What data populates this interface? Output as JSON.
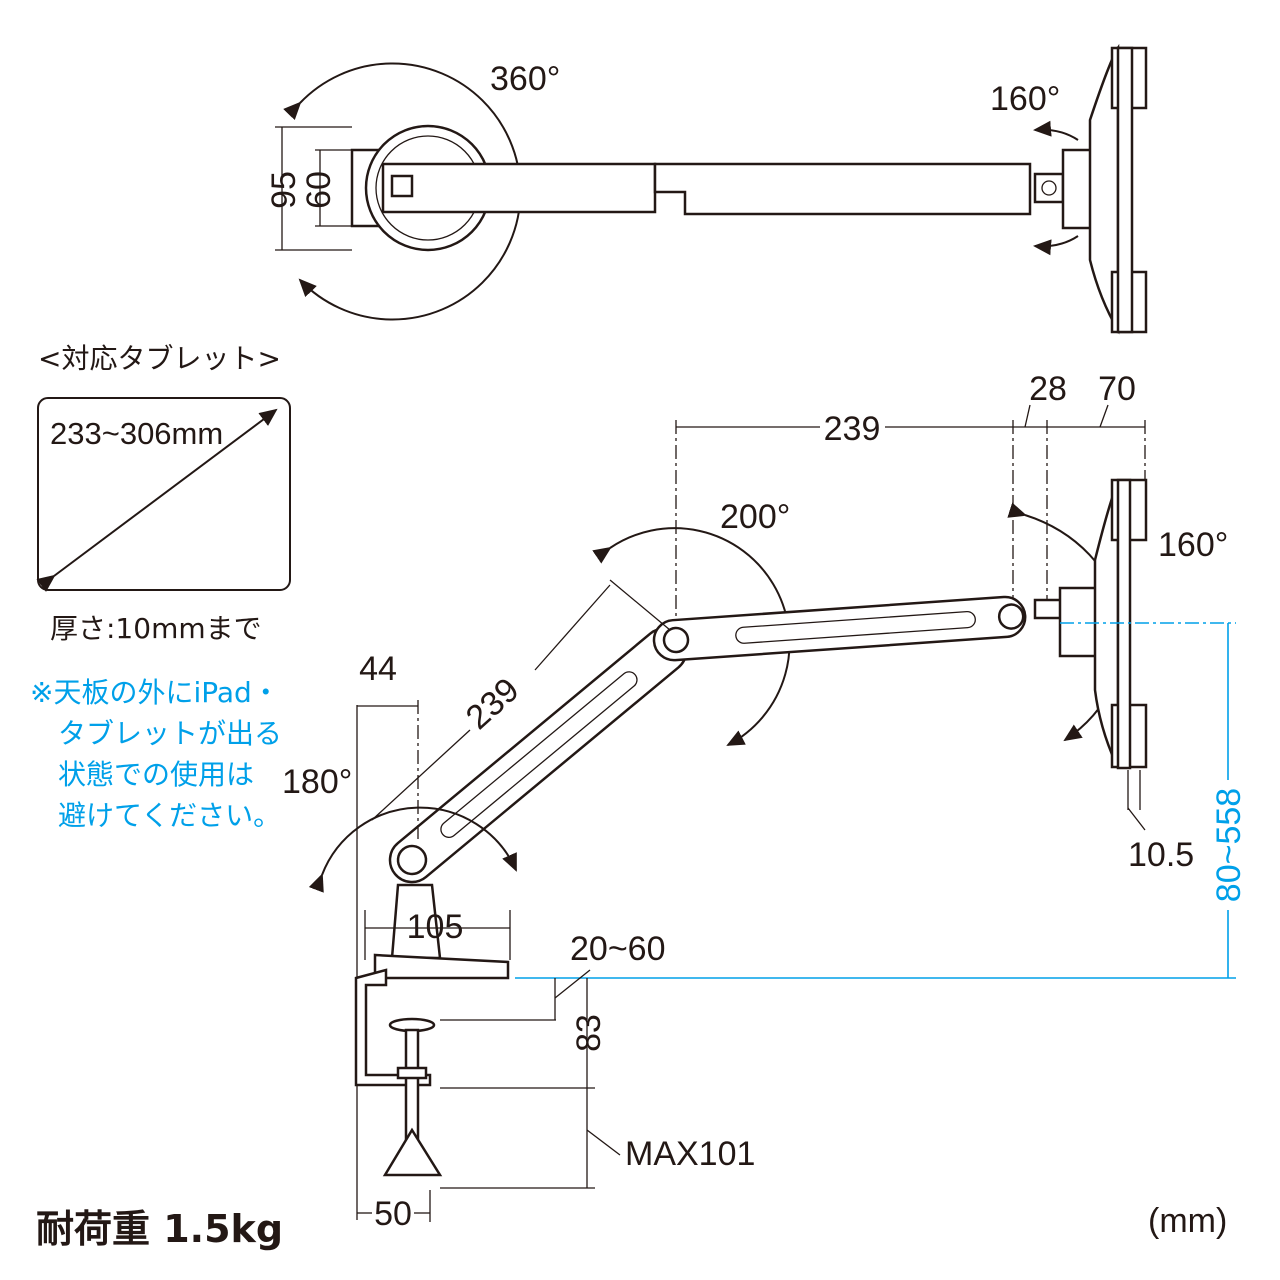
{
  "top_view": {
    "rotation_base": "360°",
    "rotation_head": "160°",
    "dim_95": "95",
    "dim_60": "60"
  },
  "tablet_box": {
    "heading": "<対応タブレット>",
    "size": "233~306mm",
    "thickness": "厚さ:10mmまで"
  },
  "note": {
    "lines": [
      "※天板の外にiPad・",
      "タブレットが出る",
      "状態での使用は",
      "避けてください。"
    ]
  },
  "side_view": {
    "upper_arm_len": "239",
    "dim_28": "28",
    "dim_70": "70",
    "rotation_elbow": "200°",
    "rotation_head": "160°",
    "lower_arm_len": "239",
    "dim_44": "44",
    "rotation_base": "180°",
    "dim_10_5": "10.5",
    "height_range": "80~558",
    "dim_105": "105",
    "desk_thickness": "20~60",
    "dim_83": "83",
    "max_clamp": "MAX101",
    "dim_50": "50"
  },
  "load": "耐荷重  1.5kg",
  "unit": "(mm)",
  "colors": {
    "accent": "#00a0e9",
    "ink": "#231815"
  }
}
